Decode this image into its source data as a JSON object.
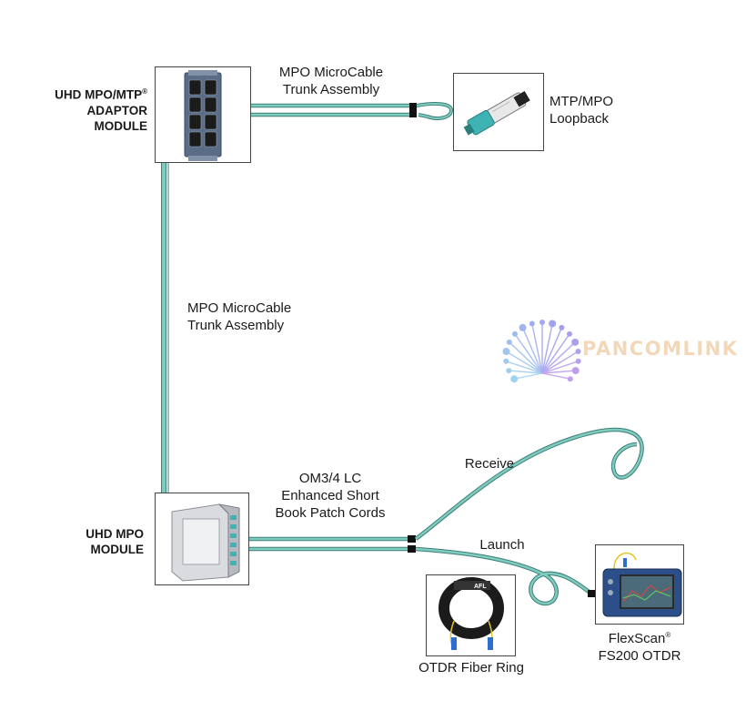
{
  "labels": {
    "adaptor_module": "UHD MPO/MTP® ADAPTOR MODULE",
    "adaptor_line1": "UHD MPO/MTP",
    "adaptor_line1_sup": "®",
    "adaptor_line2": "ADAPTOR",
    "adaptor_line3": "MODULE",
    "trunk_top_line1": "MPO MicroCable",
    "trunk_top_line2": "Trunk Assembly",
    "loopback_line1": "MTP/MPO",
    "loopback_line2": "Loopback",
    "trunk_vertical_line1": "MPO MicroCable",
    "trunk_vertical_line2": "Trunk Assembly",
    "mpo_module_line1": "UHD MPO",
    "mpo_module_line2": "MODULE",
    "patch_line1": "OM3/4 LC",
    "patch_line2": "Enhanced Short",
    "patch_line3": "Book Patch Cords",
    "receive": "Receive",
    "launch": "Launch",
    "fiber_ring": "OTDR Fiber Ring",
    "otdr_line1": "FlexScan",
    "otdr_line1_sup": "®",
    "otdr_line2": "FS200 OTDR"
  },
  "logo": {
    "text": "PANCOMLINK"
  },
  "colors": {
    "fiber": "#7ecbbf",
    "fiber_edge": "#3f7f77",
    "mpo_connector": "#3fb3b3",
    "logo_text": "#f2d8b8",
    "otdr_body": "#2c4f8a"
  }
}
